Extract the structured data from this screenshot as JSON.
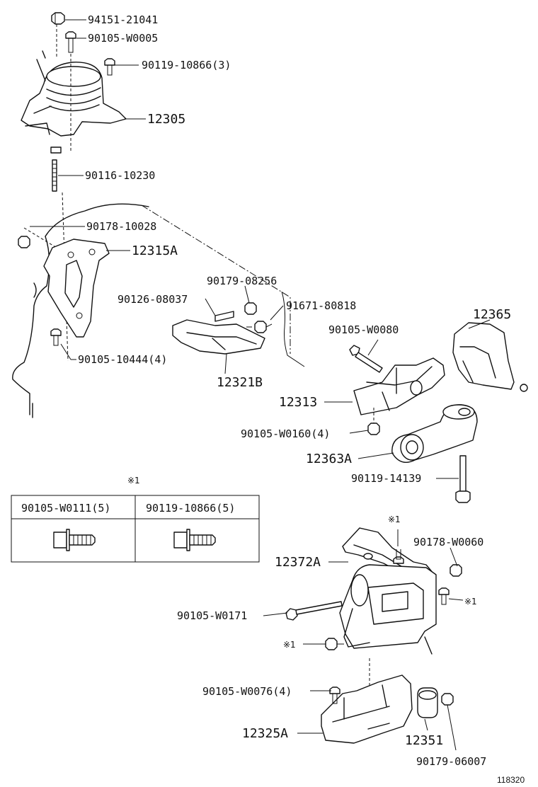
{
  "diagram_id": "118320",
  "reference_mark": "※1",
  "callouts": {
    "p94151_21041": "94151-21041",
    "p90105_W0005": "90105-W0005",
    "p90119_10866_3": "90119-10866(3)",
    "p12305": "12305",
    "p90116_10230": "90116-10230",
    "p90178_10028": "90178-10028",
    "p12315A": "12315A",
    "p90179_08256": "90179-08256",
    "p90126_08037": "90126-08037",
    "p91671_80818": "91671-80818",
    "p12365": "12365",
    "p90105_W0080": "90105-W0080",
    "p90105_10444_4": "90105-10444(4)",
    "p12321B": "12321B",
    "p12313": "12313",
    "p90105_W0160_4": "90105-W0160(4)",
    "p12363A": "12363A",
    "p90119_14139": "90119-14139",
    "p90178_W0060": "90178-W0060",
    "p12372A": "12372A",
    "p90105_W0171": "90105-W0171",
    "p90105_W0076_4": "90105-W0076(4)",
    "p12325A": "12325A",
    "p12351": "12351",
    "p90179_06007": "90179-06007"
  },
  "reference_table": {
    "columns": [
      "90105-W0111(5)",
      "90119-10866(5)"
    ]
  }
}
